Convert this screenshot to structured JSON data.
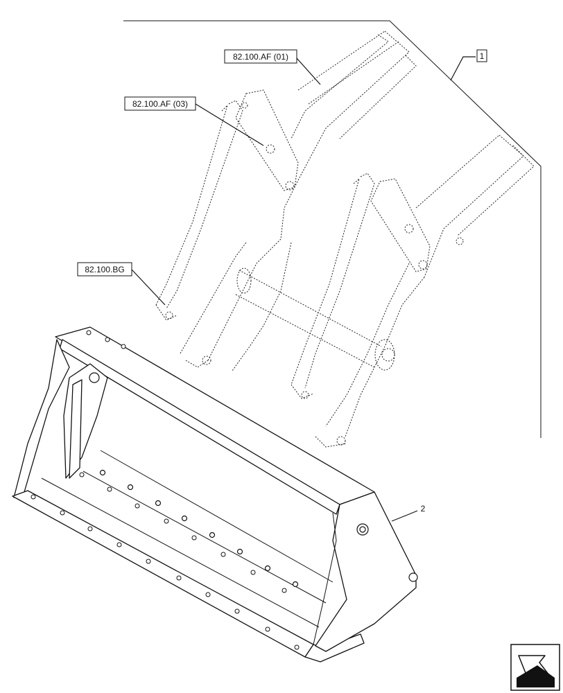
{
  "callouts": {
    "ref_af01": "82.100.AF (01)",
    "ref_af03": "82.100.AF (03)",
    "ref_bg": "82.100.BG",
    "item_1": "1",
    "item_2": "2"
  },
  "icons": {
    "nav": "next-page-arrow-icon"
  }
}
